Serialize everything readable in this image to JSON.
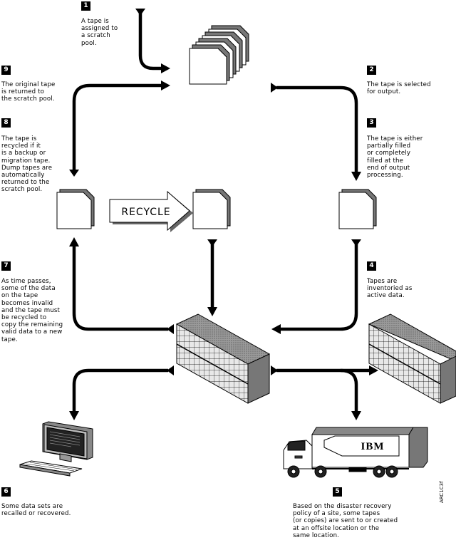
{
  "steps": [
    {
      "num": "1",
      "text": "A tape is\nassigned to\na scratch\npool."
    },
    {
      "num": "2",
      "text": "The tape is selected\nfor output."
    },
    {
      "num": "3",
      "text": "The tape is either\npartially filled\nor completely\nfilled at the\nend of output\nprocessing."
    },
    {
      "num": "4",
      "text": "Tapes are\ninventoried as\nactive data."
    },
    {
      "num": "5",
      "text": "Based on the disaster recovery\npolicy of a site, some tapes\n(or copies) are sent to or created\nat an offsite location or the\nsame location."
    },
    {
      "num": "6",
      "text": "Some data sets are\nrecalled or recovered."
    },
    {
      "num": "7",
      "text": "As time passes,\nsome of the data\non the tape\nbecomes invalid\nand the tape must\nbe recycled to\ncopy the remaining\nvalid data to a new\ntape."
    },
    {
      "num": "8",
      "text": "The tape is\nrecycled if it\nis a backup or\nmigration tape.\nDump tapes are\nautomatically\nreturned to the\nscratch pool."
    },
    {
      "num": "9",
      "text": "The original tape\nis returned to\nthe scratch pool."
    }
  ],
  "recycle_label": "RECYCLE",
  "truck_logo": "IBM",
  "figure_code": "ARC1C3f"
}
